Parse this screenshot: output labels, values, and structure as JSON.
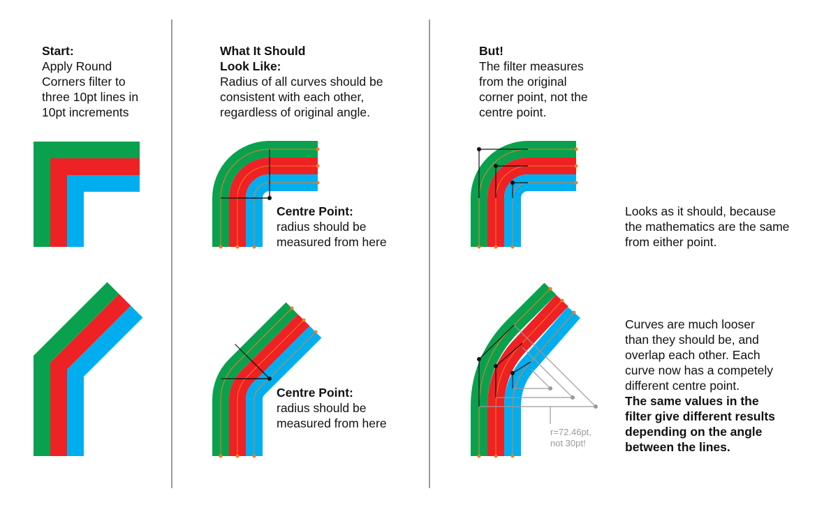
{
  "col1": {
    "title": "Start:",
    "lines": [
      "Apply Round",
      "Corners filter to",
      "three 10pt lines in",
      "10pt increments"
    ]
  },
  "col2": {
    "title_lines": [
      "What It Should",
      "Look Like:"
    ],
    "lines": [
      "Radius of all curves should be",
      "consistent with each other,",
      "regardless of original angle."
    ],
    "centre_label_top": "Centre Point:",
    "centre_desc_top": [
      "radius should be",
      "measured from here"
    ],
    "centre_label_bottom": "Centre Point:",
    "centre_desc_bottom": [
      "radius should be",
      "measured from here"
    ]
  },
  "col3": {
    "title": "But!",
    "lines": [
      "The filter measures",
      "from the original",
      "corner point, not the",
      "centre point."
    ],
    "right_angle_note": [
      "Looks as it should, because",
      "the mathematics are the same",
      "from either point."
    ],
    "angle_note_regular": [
      "Curves are much looser",
      "than they should be, and",
      "overlap each other. Each",
      "curve now has a competely",
      "different centre point."
    ],
    "angle_note_bold": [
      "The same values in the",
      "filter give different results",
      "depending on the angle",
      "between the lines."
    ],
    "radius_note": [
      "r=72.46pt,",
      "not 30pt!"
    ]
  },
  "colors": {
    "green": "#0aa14e",
    "red": "#ee2124",
    "blue": "#00aeef",
    "guide": "#f47a20",
    "divider": "#9a9a9a"
  }
}
